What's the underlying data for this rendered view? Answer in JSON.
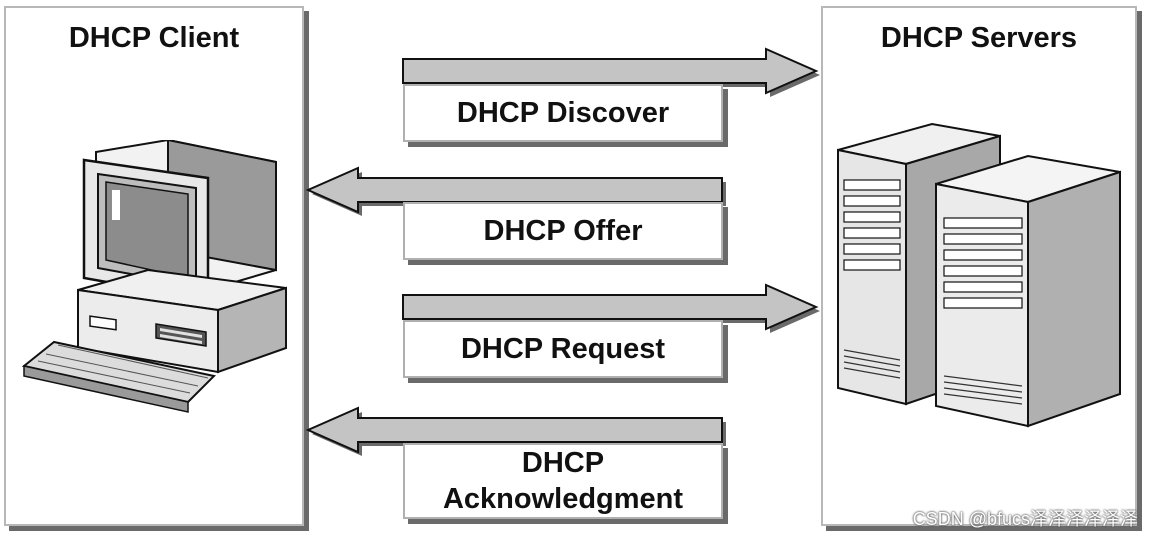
{
  "diagram": {
    "client_title": "DHCP Client",
    "server_title": "DHCP Servers",
    "messages": [
      {
        "label": "DHCP Discover",
        "direction": "to-server"
      },
      {
        "label": "DHCP Offer",
        "direction": "to-client"
      },
      {
        "label": "DHCP Request",
        "direction": "to-server"
      },
      {
        "label": "DHCP\nAcknowledgment",
        "direction": "to-client"
      }
    ]
  },
  "watermark": "CSDN @bfucs泽泽泽泽泽泽",
  "colors": {
    "arrow_fill": "#c4c4c4",
    "outline": "#111111",
    "shadow": "#6a6a6a",
    "panel_border": "#b8b8b8"
  },
  "icons": [
    "desktop-computer-icon",
    "server-tower-icon"
  ]
}
